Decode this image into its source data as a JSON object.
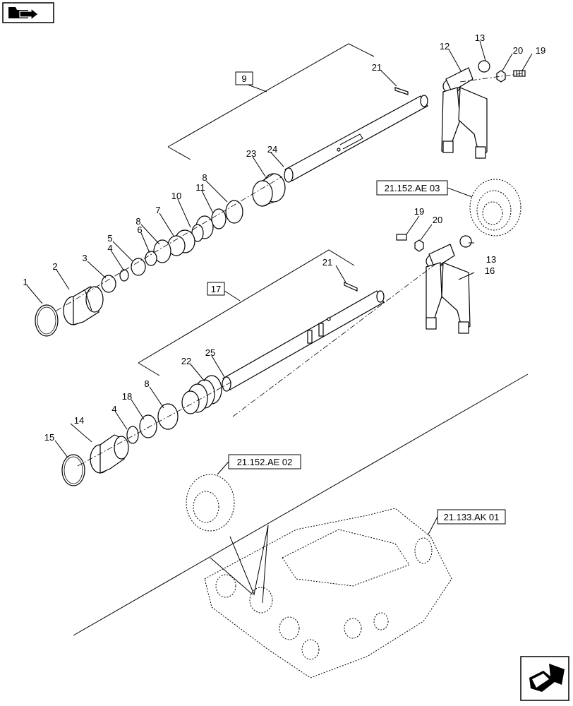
{
  "callouts": {
    "c1": "1",
    "c2": "2",
    "c3": "3",
    "c4a": "4",
    "c4b": "4",
    "c5": "5",
    "c6": "6",
    "c7": "7",
    "c8a": "8",
    "c8b": "8",
    "c8c": "8",
    "c10": "10",
    "c11": "11",
    "c12": "12",
    "c13a": "13",
    "c13b": "13",
    "c14": "14",
    "c15": "15",
    "c16": "16",
    "c18": "18",
    "c19a": "19",
    "c19b": "19",
    "c20a": "20",
    "c20b": "20",
    "c21a": "21",
    "c21b": "21",
    "c22": "22",
    "c23": "23",
    "c24": "24",
    "c25": "25"
  },
  "assemblies": {
    "a9": "9",
    "a17": "17"
  },
  "references": {
    "ref_ae03": "21.152.AE 03",
    "ref_ae02": "21.152.AE 02",
    "ref_ak01": "21.133.AK 01"
  },
  "icons": {
    "top_left": "book-arrow-icon",
    "bottom_right": "next-page-arrow-icon"
  }
}
